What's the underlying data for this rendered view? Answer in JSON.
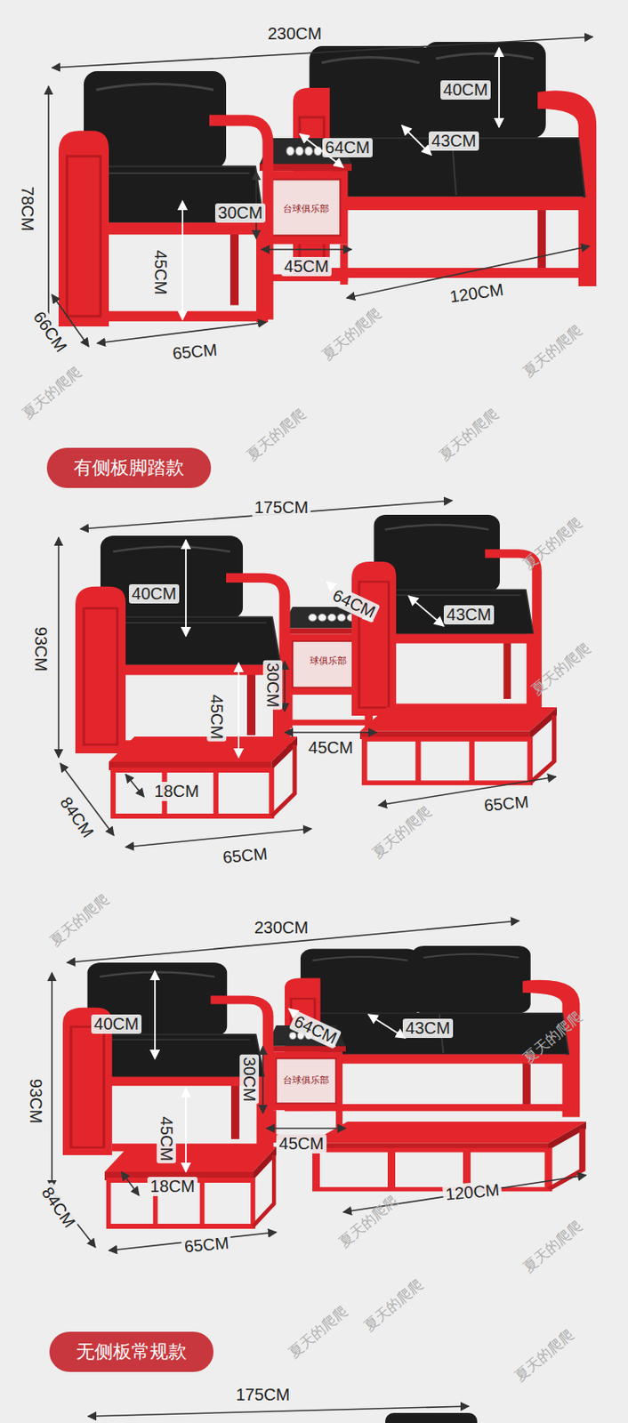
{
  "diagram": {
    "nodes": [
      {
        "text": [
          "有侧板脚踏款"
        ]
      },
      {
        "text": [
          "无侧板常规款"
        ]
      }
    ],
    "labels": [
      "230CM",
      "40CM",
      "64CM",
      "43CM",
      "78CM",
      "30CM",
      "45CM",
      "45CM",
      "120CM",
      "66CM",
      "65CM",
      "台球俱乐部",
      "175CM",
      "40CM",
      "64CM",
      "43CM",
      "93CM",
      "30CM",
      "45CM",
      "45CM",
      "18CM",
      "84CM",
      "65CM",
      "65CM",
      "球俱乐部",
      "230CM",
      "40CM",
      "64CM",
      "43CM",
      "93CM",
      "30CM",
      "45CM",
      "45CM",
      "18CM",
      "84CM",
      "65CM",
      "120CM",
      "台球俱乐部",
      "175CM",
      "夏天的爬爬",
      "夏天的爬爬",
      "夏天的爬爬",
      "夏天的爬爬",
      "夏天的爬爬",
      "夏天的爬爬",
      "夏天的爬爬",
      "夏天的爬爬",
      "夏天的爬爬",
      "夏天的爬爬",
      "夏天的爬爬",
      "夏天的爬爬",
      "夏天的爬爬",
      "夏天的爬爬",
      "夏天的爬爬"
    ]
  }
}
